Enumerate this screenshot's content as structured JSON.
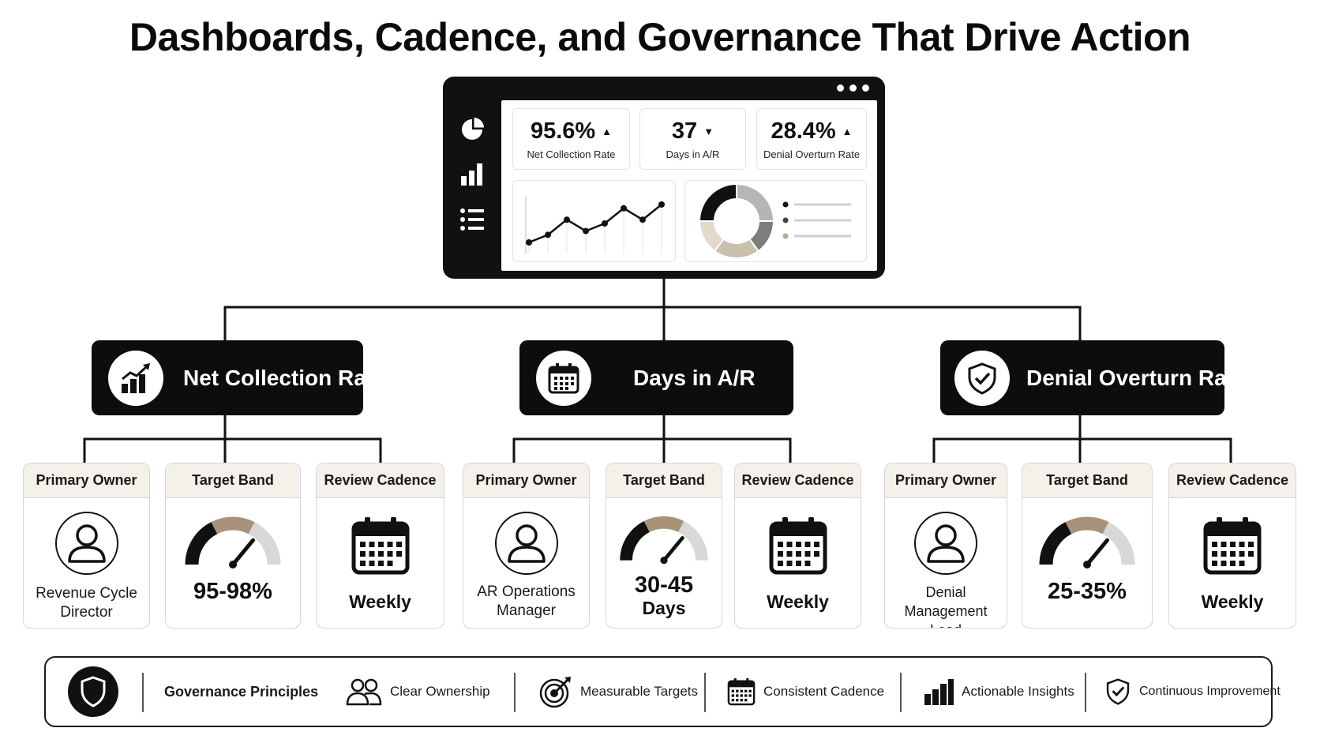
{
  "title": "Dashboards, Cadence, and Governance That Drive Action",
  "dashboard": {
    "kpis": [
      {
        "value": "95.6%",
        "trend": "▲",
        "label": "Net Collection Rate"
      },
      {
        "value": "37",
        "trend": "▼",
        "label": "Days in A/R"
      },
      {
        "value": "28.4%",
        "trend": "▲",
        "label": "Denial Overturn Rate"
      }
    ],
    "sidebar_icons": [
      "pie-chart-icon",
      "bar-chart-icon",
      "list-icon"
    ],
    "line_chart_points": [
      2,
      4,
      8,
      5,
      7,
      11,
      8,
      12
    ],
    "donut_segments": [
      {
        "share": 0.25,
        "color": "#b5b5b5"
      },
      {
        "share": 0.15,
        "color": "#7d7d7d"
      },
      {
        "share": 0.2,
        "color": "#cbbfae"
      },
      {
        "share": 0.15,
        "color": "#e2d8cb"
      },
      {
        "share": 0.25,
        "color": "#111111"
      }
    ],
    "legend_dot_colors": [
      "#111111",
      "#444444",
      "#b8a890"
    ]
  },
  "metrics": [
    {
      "label": "Net Collection Rate",
      "icon": "growth-chart-icon",
      "cards": {
        "owner_header": "Primary Owner",
        "owner_lines": [
          "Revenue Cycle",
          "Director"
        ],
        "band_header": "Target Band",
        "band_value": "95-98%",
        "band_level": 0.72,
        "cadence_header": "Review Cadence",
        "cadence_value": "Weekly"
      }
    },
    {
      "label": "Days in A/R",
      "icon": "calendar-icon",
      "cards": {
        "owner_header": "Primary Owner",
        "owner_lines": [
          "AR Operations",
          "Manager"
        ],
        "band_header": "Target Band",
        "band_value_line1": "30-45",
        "band_value_line2": "Days",
        "band_level": 0.72,
        "cadence_header": "Review Cadence",
        "cadence_value": "Weekly"
      }
    },
    {
      "label": "Denial Overturn Rate",
      "icon": "shield-check-icon",
      "cards": {
        "owner_header": "Primary Owner",
        "owner_lines": [
          "Denial Management",
          "Lead"
        ],
        "band_header": "Target Band",
        "band_value": "25-35%",
        "band_level": 0.72,
        "cadence_header": "Review Cadence",
        "cadence_value": "Weekly"
      }
    }
  ],
  "governance": {
    "heading": "Governance Principles",
    "items": [
      {
        "label": "Clear Ownership",
        "icon": "people-icon"
      },
      {
        "label": "Measurable Targets",
        "icon": "target-icon"
      },
      {
        "label": "Consistent Cadence",
        "icon": "calendar-icon"
      },
      {
        "label": "Actionable Insights",
        "icon": "bar-chart-icon"
      },
      {
        "label": "Continuous Improvement",
        "icon": "shield-check-icon"
      }
    ]
  },
  "colors": {
    "primary": "#0d0d0d",
    "card_header_bg": "#f4f0ea",
    "gauge_dark": "#111111",
    "gauge_tan": "#a8937a",
    "gauge_light": "#d8d8d8"
  }
}
